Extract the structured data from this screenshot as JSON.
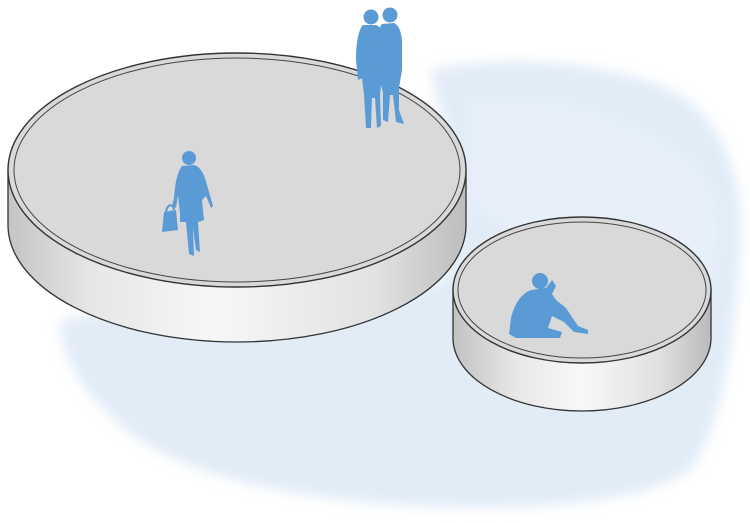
{
  "scene": {
    "background": "#ffffff",
    "wash_color": "#dbe8f5",
    "platform_top_color": "#d9d9d9",
    "platform_side_light": "#f4f4f4",
    "platform_side_dark": "#bdbdbd",
    "outline_color": "#333333",
    "figure_color": "#5b9bd5"
  },
  "platforms": [
    {
      "name": "large-platform",
      "figures": [
        "standing-couple",
        "walking-woman-with-bag"
      ]
    },
    {
      "name": "small-platform",
      "figures": [
        "seated-person-head-in-hand"
      ]
    }
  ]
}
